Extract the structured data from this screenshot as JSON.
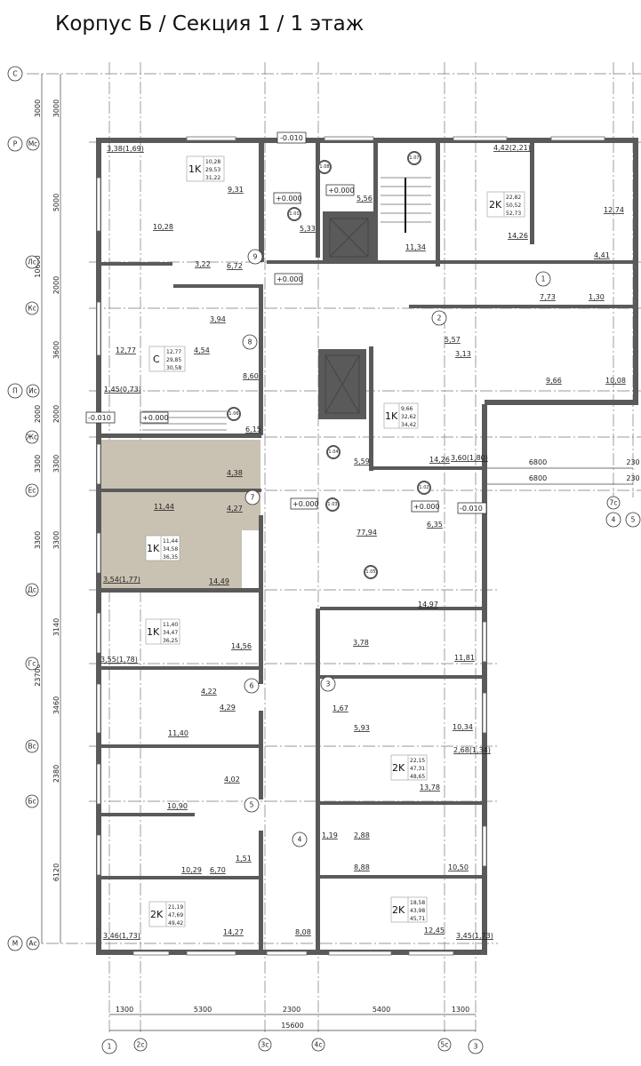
{
  "title": "Корпус Б / Секция 1 / 1 этаж",
  "colors": {
    "highlight": "#c9c2b2",
    "wall": "#5a5a5a"
  },
  "axes_rows": [
    "С",
    "Р",
    "Мс",
    "Лс",
    "Кс",
    "П",
    "Ис",
    "Жс",
    "Ес",
    "Дс",
    "Гс",
    "Вс",
    "Бс",
    "М",
    "Ас"
  ],
  "axes_cols": [
    "1",
    "2с",
    "3с",
    "4с",
    "5с",
    "3",
    "7с",
    "4",
    "5"
  ],
  "dims_left_outer": [
    "3000",
    "10600",
    "2000",
    "3300",
    "3300",
    "23700"
  ],
  "dims_left_inner": [
    "3000",
    "5000",
    "2000",
    "3600",
    "2000",
    "3300",
    "3300",
    "3140",
    "3460",
    "2380",
    "6120"
  ],
  "dims_bottom": [
    "1300",
    "5300",
    "2300",
    "5400",
    "1300"
  ],
  "dims_bottom_total": "15600",
  "dims_right": [
    "6800",
    "6800",
    "230",
    "230"
  ],
  "elevations": [
    "-0.010",
    "+0.000",
    "+0.000",
    "+0.000",
    "-0.010",
    "+0.000",
    "+0.000",
    "+0.000",
    "-0.010"
  ],
  "stair_rooms": [
    "1.01",
    "1.08",
    "1.07",
    "1.06",
    "1.04",
    "1.03",
    "1.02",
    "1.05"
  ],
  "apt_numbers": [
    "1",
    "2",
    "3",
    "4",
    "5",
    "6",
    "7",
    "8",
    "9"
  ],
  "apartments": [
    {
      "type": "1K",
      "living": "10,28",
      "total": "29,53",
      "total_balcony": "31,22"
    },
    {
      "type": "2K",
      "living": "22,82",
      "total": "50,52",
      "total_balcony": "52,73"
    },
    {
      "type": "С",
      "living": "12,77",
      "total": "29,85",
      "total_balcony": "30,58"
    },
    {
      "type": "1K",
      "living": "9,66",
      "total": "32,62",
      "total_balcony": "34,42"
    },
    {
      "type": "1K",
      "living": "11,44",
      "total": "34,58",
      "total_balcony": "36,35"
    },
    {
      "type": "1K",
      "living": "11,40",
      "total": "34,47",
      "total_balcony": "36,25"
    },
    {
      "type": "2K",
      "living": "22,15",
      "total": "47,31",
      "total_balcony": "48,65"
    },
    {
      "type": "2K",
      "living": "21,19",
      "total": "47,69",
      "total_balcony": "49,42"
    },
    {
      "type": "2K",
      "living": "18,58",
      "total": "43,98",
      "total_balcony": "45,71"
    }
  ],
  "rooms": [
    "3,38(1,69)",
    "9,31",
    "10,28",
    "3,22",
    "6,72",
    "5,33",
    "5,56",
    "11,34",
    "4,42(2,21)",
    "14,26",
    "12,74",
    "4,41",
    "7,73",
    "1,30",
    "5,57",
    "3,13",
    "9,66",
    "10,08",
    "3,94",
    "4,54",
    "12,77",
    "8,60",
    "1,45(0,73)",
    "6,15",
    "5,59",
    "14,26",
    "3,60(1,80)",
    "4,38",
    "11,44",
    "4,27",
    "77,94",
    "6,35",
    "3,54(1,77)",
    "14,49",
    "14,97",
    "3,55(1,78)",
    "14,56",
    "3,78",
    "11,81",
    "4,22",
    "4,29",
    "11,40",
    "1,67",
    "5,93",
    "10,34",
    "2,68(1,34)",
    "13,78",
    "4,02",
    "10,90",
    "1,19",
    "2,88",
    "1,51",
    "6,70",
    "10,29",
    "8,88",
    "10,50",
    "3,46(1,73)",
    "14,27",
    "8,08",
    "12,45",
    "3,45(1,73)"
  ]
}
